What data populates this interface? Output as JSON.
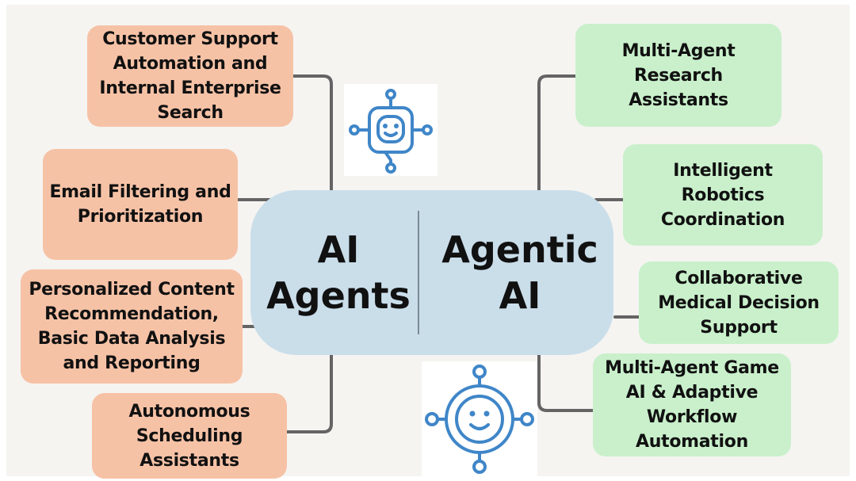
{
  "hub": {
    "left_title": "AI\nAgents",
    "right_title": "Agentic\nAI"
  },
  "ai_agents_examples": [
    "Customer Support\nAutomation and\nInternal Enterprise\nSearch",
    "Email Filtering and\nPrioritization",
    "Personalized Content\nRecommendation,\nBasic Data Analysis\nand Reporting",
    "Autonomous\nScheduling\nAssistants"
  ],
  "agentic_ai_examples": [
    "Multi-Agent\nResearch Assistants",
    "Intelligent Robotics\nCoordination",
    "Collaborative\nMedical Decision\nSupport",
    "Multi-Agent Game\nAI & Adaptive\nWorkflow\nAutomation"
  ],
  "icons": {
    "top": "robot-chat-icon",
    "bottom": "smiley-network-icon"
  },
  "colors": {
    "ai_agents_box": "#f6c2a6",
    "agentic_ai_box": "#c9f0cb",
    "hub": "#cadeea",
    "connector": "#636363",
    "icon": "#3f86c8"
  }
}
